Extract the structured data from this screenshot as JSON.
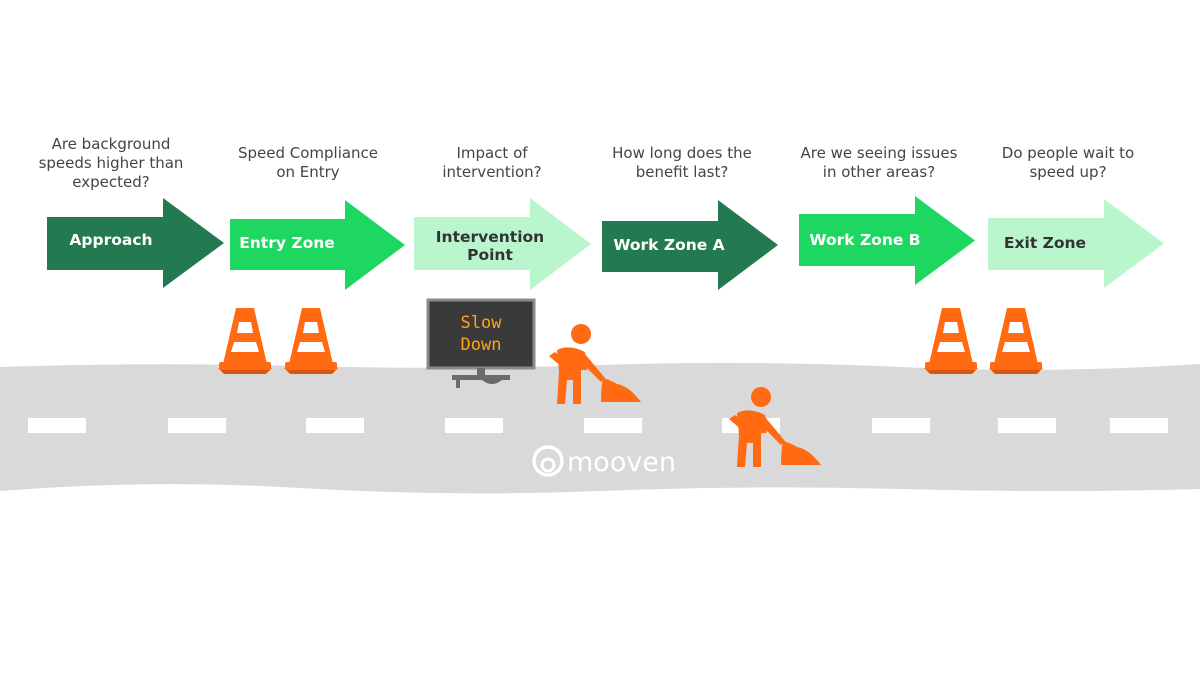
{
  "stages": [
    {
      "question": "Are background speeds higher than expected?",
      "label": "Approach",
      "color": "#237a51",
      "text_color": "#ffffff"
    },
    {
      "question": "Speed Compliance on Entry",
      "label": "Entry Zone",
      "color": "#1ed760",
      "text_color": "#ffffff"
    },
    {
      "question": "Impact of intervention?",
      "label": "Intervention Point",
      "color": "#b9f6cd",
      "text_color": "#333333"
    },
    {
      "question": "How long does the benefit last?",
      "label": "Work Zone A",
      "color": "#237a51",
      "text_color": "#ffffff"
    },
    {
      "question": "Are we seeing issues in other areas?",
      "label": "Work Zone B",
      "color": "#1ed760",
      "text_color": "#ffffff"
    },
    {
      "question": "Do people wait to speed up?",
      "label": "Exit Zone",
      "color": "#b9f6cd",
      "text_color": "#333333"
    }
  ],
  "sign": {
    "line1": "Slow",
    "line2": "Down"
  },
  "brand": "mooven",
  "colors": {
    "road": "#d9d9d9",
    "cone": "#ff6a13",
    "worker": "#ff6a13",
    "sign_bg": "#3a3a3a",
    "sign_text": "#ffa31a"
  }
}
